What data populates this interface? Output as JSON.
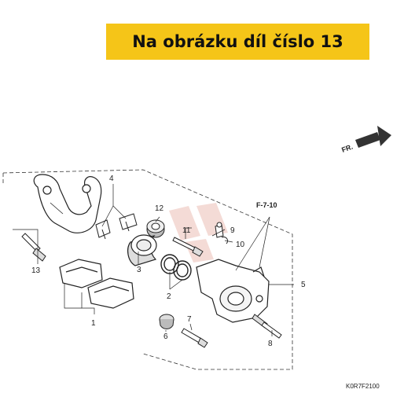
{
  "banner": {
    "text": "Na obrázku díl číslo 13",
    "background": "#f5c518"
  },
  "direction_marker": {
    "text": "FR."
  },
  "reference": {
    "text": "F-7-10"
  },
  "callouts": [
    "1",
    "2",
    "3",
    "4",
    "5",
    "6",
    "7",
    "8",
    "9",
    "10",
    "11",
    "12",
    "13"
  ],
  "diagram_code": "K0R7F2100",
  "colors": {
    "line": "#222222",
    "watermark": "#e9b8b0"
  }
}
